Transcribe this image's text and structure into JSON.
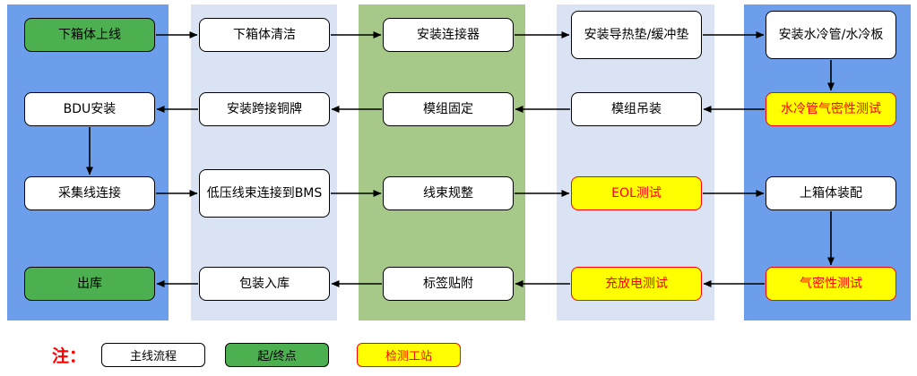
{
  "flow": {
    "nodes": [
      {
        "label": "下箱体上线",
        "type": "terminal"
      },
      {
        "label": "下箱体清洁",
        "type": "main"
      },
      {
        "label": "安装连接器",
        "type": "main"
      },
      {
        "label": "安装导热垫/缓冲垫",
        "type": "main"
      },
      {
        "label": "安装水冷管/水冷板",
        "type": "main"
      },
      {
        "label": "水冷管气密性测试",
        "type": "test"
      },
      {
        "label": "模组吊装",
        "type": "main"
      },
      {
        "label": "模组固定",
        "type": "main"
      },
      {
        "label": "安装跨接铜牌",
        "type": "main"
      },
      {
        "label": "BDU安装",
        "type": "main"
      },
      {
        "label": "采集线连接",
        "type": "main"
      },
      {
        "label": "低压线束连接到BMS",
        "type": "main"
      },
      {
        "label": "线束规整",
        "type": "main"
      },
      {
        "label": "EOL测试",
        "type": "test"
      },
      {
        "label": "上箱体装配",
        "type": "main"
      },
      {
        "label": "气密性测试",
        "type": "test"
      },
      {
        "label": "充放电测试",
        "type": "test"
      },
      {
        "label": "标签贴附",
        "type": "main"
      },
      {
        "label": "包装入库",
        "type": "main"
      },
      {
        "label": "出库",
        "type": "terminal"
      }
    ]
  },
  "legend": {
    "note": "注：",
    "items": [
      {
        "label": "主线流程",
        "type": "main"
      },
      {
        "label": "起/终点",
        "type": "terminal"
      },
      {
        "label": "检测工站",
        "type": "test"
      }
    ]
  },
  "colors": {
    "lane_blue": "#6D9EEB",
    "lane_light": "#DAE3F3",
    "lane_green": "#A6C98A",
    "node_main_bg": "#FFFFFF",
    "node_terminal_bg": "#4CAF50",
    "node_test_bg": "#FFFF00",
    "node_test_accent": "#FF0000",
    "border": "#000000",
    "note_color": "#FF0000"
  }
}
